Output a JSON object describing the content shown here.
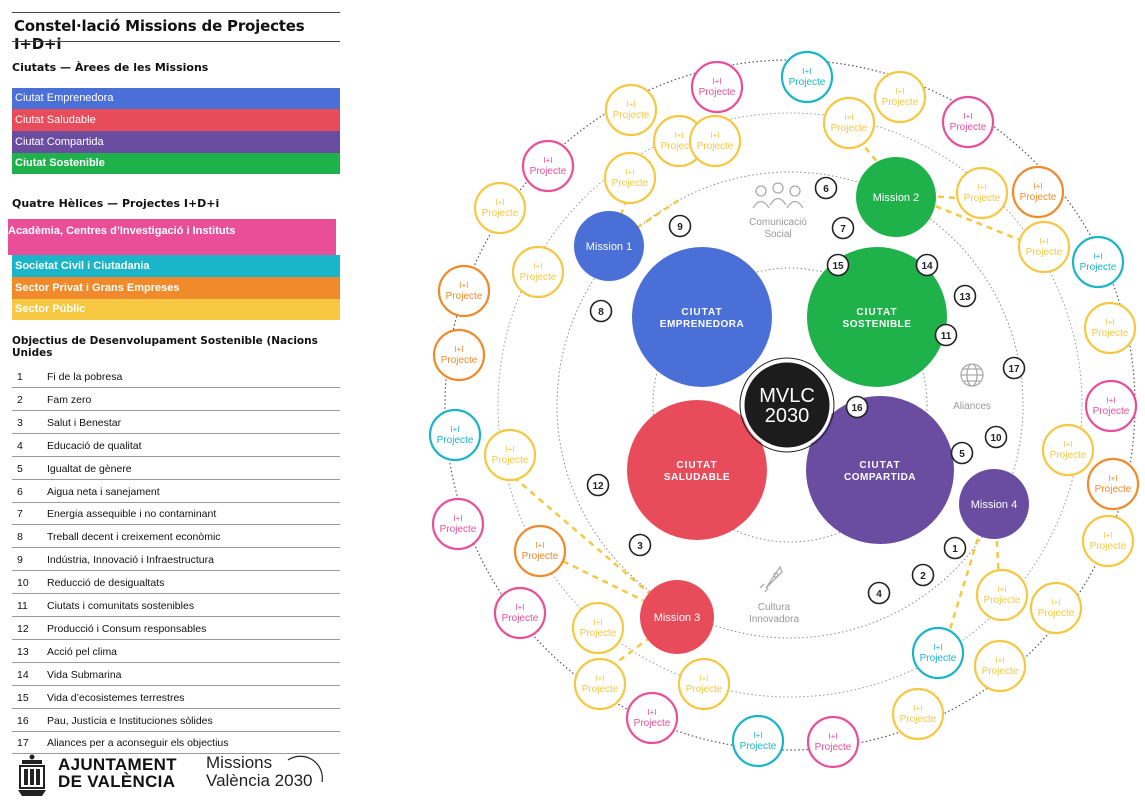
{
  "legend": {
    "title": "Constel·lació Missions de Projectes I+D+i",
    "cities_heading": "Ciutats — Àrees de les Missions",
    "cities": [
      {
        "label": "Ciutat Emprenedora",
        "color": "#4a6fd6"
      },
      {
        "label": "Ciutat Saludable",
        "color": "#e84c5a"
      },
      {
        "label": "Ciutat Compartida",
        "color": "#6a4da1"
      },
      {
        "label": "Ciutat Sostenible",
        "color": "#1fb24b"
      }
    ],
    "helices_heading": "Quatre Hèlices — Projectes I+D+i",
    "helices": [
      {
        "label": "Acadèmia, Centres d’Investigació i Instituts",
        "color": "#e84f98"
      },
      {
        "label": "Societat Civil i Ciutadania",
        "color": "#1bb5c9"
      },
      {
        "label": "Sector Privat i Grans Empreses",
        "color": "#f08a2a"
      },
      {
        "label": "Sector Públic",
        "color": "#f6c842"
      }
    ],
    "sdg_heading": "Objectius de Desenvolupament Sostenible (Nacions Unides",
    "sdgs": [
      {
        "n": "1",
        "t": "Fi de la pobresa"
      },
      {
        "n": "2",
        "t": "Fam zero"
      },
      {
        "n": "3",
        "t": "Salut i Benestar"
      },
      {
        "n": "4",
        "t": "Educació de qualitat"
      },
      {
        "n": "5",
        "t": "Igualtat de gènere"
      },
      {
        "n": "6",
        "t": "Aigua neta i sanejament"
      },
      {
        "n": "7",
        "t": "Energia assequible i no contaminant"
      },
      {
        "n": "8",
        "t": "Treball decent i creixement econòmic"
      },
      {
        "n": "9",
        "t": "Indústria, Innovació i Infraestructura"
      },
      {
        "n": "10",
        "t": "Reducció de desigualtats"
      },
      {
        "n": "11",
        "t": "Ciutats i comunitats sostenibles"
      },
      {
        "n": "12",
        "t": "Producció i Consum responsables"
      },
      {
        "n": "13",
        "t": "Acció pel clima"
      },
      {
        "n": "14",
        "t": "Vida Submarina"
      },
      {
        "n": "15",
        "t": "Vida d’ecosistemes terrestres"
      },
      {
        "n": "16",
        "t": "Pau, Justícia e Instituciones sòlides"
      },
      {
        "n": "17",
        "t": "Aliances per a aconseguir els objectius"
      }
    ]
  },
  "logos": {
    "ajuntament_line1": "AJUNTAMENT",
    "ajuntament_line2": "DE VALÈNCIA",
    "missions_line1": "Missions",
    "missions_line2": "València 2030"
  },
  "diagram": {
    "center_line1": "MVLC",
    "center_line2": "2030",
    "cities": [
      {
        "id": "emprenedora",
        "line1": "CIUTAT",
        "line2": "EMPRENEDORA",
        "color": "#4a6fd6"
      },
      {
        "id": "sostenible",
        "line1": "CIUTAT",
        "line2": "SOSTENIBLE",
        "color": "#1fb24b"
      },
      {
        "id": "saludable",
        "line1": "CIUTAT",
        "line2": "SALUDABLE",
        "color": "#e84c5a"
      },
      {
        "id": "compartida",
        "line1": "CIUTAT",
        "line2": "COMPARTIDA",
        "color": "#6a4da1"
      }
    ],
    "missions": [
      {
        "id": "m1",
        "label": "Mission 1",
        "color": "#4a6fd6"
      },
      {
        "id": "m2",
        "label": "Mission 2",
        "color": "#1fb24b"
      },
      {
        "id": "m3",
        "label": "Mission 3",
        "color": "#e84c5a"
      },
      {
        "id": "m4",
        "label": "Mission 4",
        "color": "#6a4da1"
      }
    ],
    "sdg_numbers": [
      "9",
      "8",
      "6",
      "7",
      "15",
      "14",
      "13",
      "11",
      "17",
      "16",
      "10",
      "5",
      "12",
      "3",
      "1",
      "2",
      "4"
    ],
    "labels": [
      {
        "id": "comunicacio",
        "line1": "Comunicació",
        "line2": "Social",
        "icon": "people-icon"
      },
      {
        "id": "aliances",
        "line1": "Aliances",
        "line2": "",
        "icon": "globe-icon"
      },
      {
        "id": "cultura",
        "line1": "Cultura",
        "line2": "Innovadora",
        "icon": "rocket-icon"
      }
    ],
    "project_top": "I+I",
    "project_label": "Projecte",
    "project_colors": {
      "academia": "#e84f98",
      "civil": "#1bb5c9",
      "privat": "#f08a2a",
      "public": "#f6c842"
    },
    "projects": [
      {
        "helix": "academia"
      },
      {
        "helix": "civil"
      },
      {
        "helix": "public"
      },
      {
        "helix": "public"
      },
      {
        "helix": "academia"
      },
      {
        "helix": "public"
      },
      {
        "helix": "public"
      },
      {
        "helix": "academia"
      },
      {
        "helix": "public"
      },
      {
        "helix": "public"
      },
      {
        "helix": "privat"
      },
      {
        "helix": "public"
      },
      {
        "helix": "public"
      },
      {
        "helix": "civil"
      },
      {
        "helix": "public"
      },
      {
        "helix": "privat"
      },
      {
        "helix": "privat"
      },
      {
        "helix": "public"
      },
      {
        "helix": "academia"
      },
      {
        "helix": "civil"
      },
      {
        "helix": "public"
      },
      {
        "helix": "privat"
      },
      {
        "helix": "academia"
      },
      {
        "helix": "public"
      },
      {
        "helix": "privat"
      },
      {
        "helix": "public"
      },
      {
        "helix": "academia"
      },
      {
        "helix": "public"
      },
      {
        "helix": "public"
      },
      {
        "helix": "public"
      },
      {
        "helix": "civil"
      },
      {
        "helix": "public"
      },
      {
        "helix": "public"
      },
      {
        "helix": "public"
      },
      {
        "helix": "public"
      },
      {
        "helix": "academia"
      },
      {
        "helix": "civil"
      },
      {
        "helix": "academia"
      },
      {
        "helix": "public"
      }
    ]
  }
}
